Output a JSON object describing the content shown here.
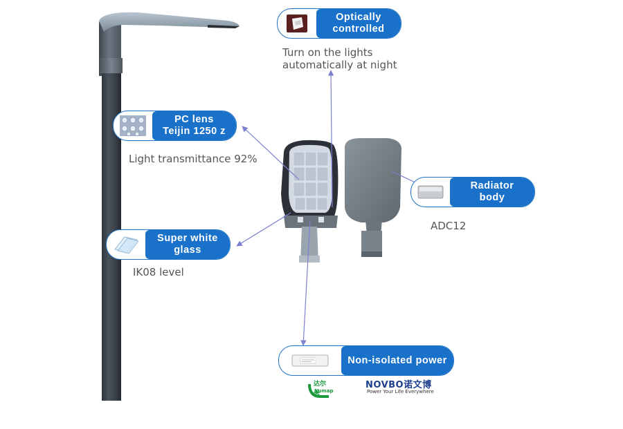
{
  "callouts": {
    "optical": {
      "label": "Optically\ncontrolled",
      "icon": "light-sensor-icon"
    },
    "pc_lens": {
      "label": "PC lens\nTeijin 1250  z",
      "icon": "lens-array-icon"
    },
    "radiator": {
      "label": "Radiator\nbody",
      "icon": "radiator-icon"
    },
    "glass": {
      "label": "Super white\nglass",
      "icon": "glass-panes-icon"
    },
    "power": {
      "label": "Non-isolated power",
      "icon": "power-supply-icon"
    }
  },
  "captions": {
    "optical": "Turn on the lights\n  automatically at night",
    "pc_lens": "Light transmittance 92%",
    "radiator": "ADC12",
    "glass": "IK08 level"
  },
  "logos": {
    "left_brand": "达尔美",
    "left_brand_latin": "Lumap",
    "right_brand": "NOVBO诺文博",
    "right_tagline": "Power Your Life Everywhere"
  },
  "colors": {
    "accent": "#1971c9",
    "arrow": "#7b7fcf",
    "caption": "#555555"
  }
}
